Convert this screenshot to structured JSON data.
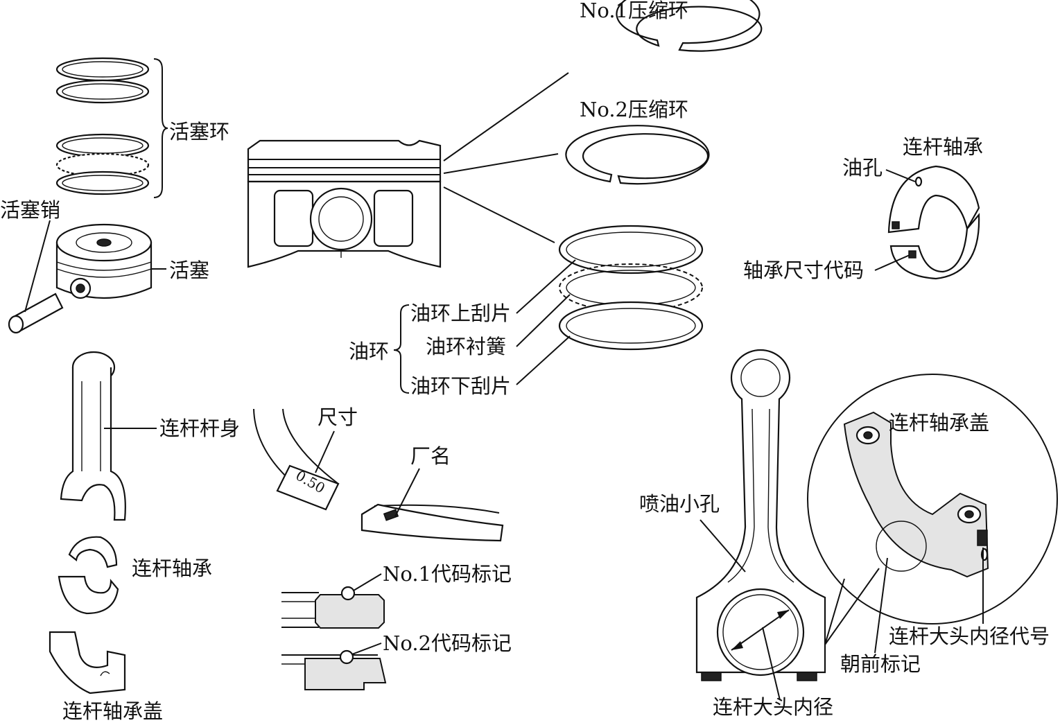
{
  "labels": {
    "piston_rings": "活塞环",
    "piston_pin": "活塞销",
    "piston": "活塞",
    "no1_compression_ring": "No.1压缩环",
    "no2_compression_ring": "No.2压缩环",
    "oil_ring": "油环",
    "oil_ring_upper_rail": "油环上刮片",
    "oil_ring_expander": "油环衬簧",
    "oil_ring_lower_rail": "油环下刮片",
    "rod_bearing_top": "连杆轴承",
    "oil_hole": "油孔",
    "bearing_size_code": "轴承尺寸代码",
    "rod_body": "连杆杆身",
    "size": "尺寸",
    "size_value": "0.50",
    "manufacturer": "厂名",
    "rod_bearing_left": "连杆轴承",
    "rod_bearing_cap_left": "连杆轴承盖",
    "no1_code_mark": "No.1代码标记",
    "no2_code_mark": "No.2代码标记",
    "oil_jet_hole": "喷油小孔",
    "rod_bearing_cap_right": "连杆轴承盖",
    "big_end_bore_code": "连杆大头内径代号",
    "front_mark": "朝前标记",
    "big_end_bore": "连杆大头内径"
  }
}
